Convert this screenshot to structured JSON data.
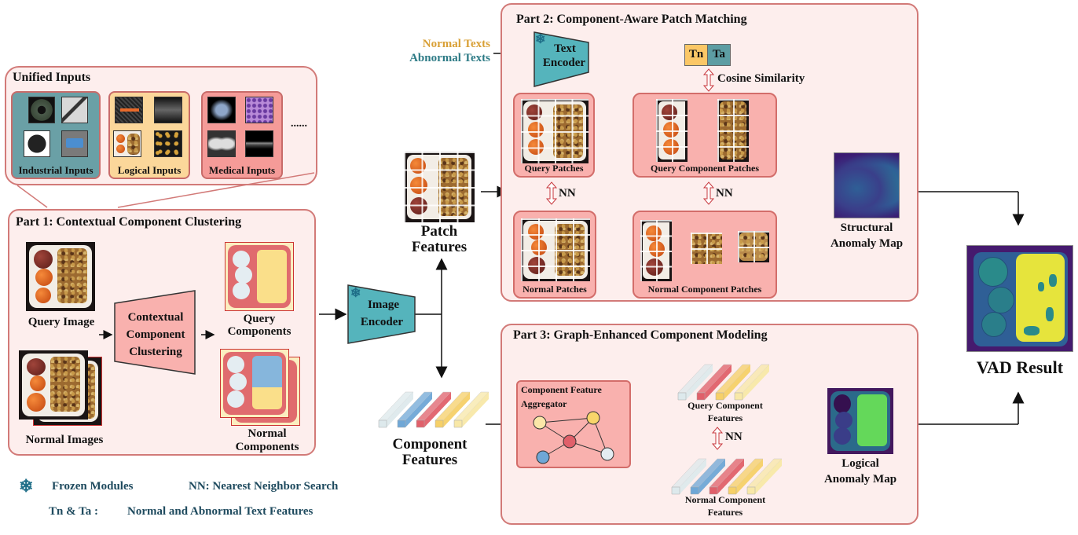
{
  "unified_inputs": {
    "title": "Unified Inputs",
    "groups": [
      {
        "label": "Industrial Inputs",
        "color": "#6aa0a6"
      },
      {
        "label": "Logical Inputs",
        "color": "#fbd79a"
      },
      {
        "label": "Medical Inputs",
        "color": "#f59b98"
      }
    ],
    "ellipsis": "......"
  },
  "part1": {
    "title": "Part 1: Contextual Component Clustering",
    "query_image": "Query Image",
    "normal_images": "Normal Images",
    "clustering_block": [
      "Contextual",
      "Component",
      "Clustering"
    ],
    "query_components": [
      "Query",
      "Components"
    ],
    "normal_components": [
      "Normal",
      "Components"
    ]
  },
  "image_encoder": {
    "line1": "Image",
    "line2": "Encoder",
    "frozen": true
  },
  "text_inputs": {
    "normal": "Normal Texts",
    "abnormal": "Abnormal Texts",
    "normal_color": "#d9a036",
    "abnormal_color": "#2e7b86"
  },
  "patch_features": [
    "Patch",
    "Features"
  ],
  "component_features": [
    "Component",
    "Features"
  ],
  "part2": {
    "title": "Part 2: Component-Aware Patch Matching",
    "text_encoder": {
      "line1": "Text",
      "line2": "Encoder",
      "frozen": true
    },
    "tn": "Tn",
    "ta": "Ta",
    "cosine": "Cosine Similarity",
    "query_patches": "Query Patches",
    "normal_patches": "Normal Patches",
    "query_component_patches": "Query Component Patches",
    "normal_component_patches": "Normal Component Patches",
    "nn1": "NN",
    "nn2": "NN",
    "structural_map": [
      "Structural",
      "Anomaly Map"
    ]
  },
  "part3": {
    "title": "Part 3: Graph-Enhanced Component Modeling",
    "aggregator": [
      "Component Feature",
      "Aggregator"
    ],
    "query_component_features": [
      "Query Component",
      "Features"
    ],
    "normal_component_features": [
      "Normal Component",
      "Features"
    ],
    "nn": "NN",
    "logical_map": [
      "Logical",
      "Anomaly Map"
    ]
  },
  "result": {
    "label": "VAD Result"
  },
  "legend": {
    "frozen": "Frozen Modules",
    "nn": "NN:  Nearest Neighbor Search",
    "tn_ta_key": "Tn & Ta :",
    "tn_ta_value": "Normal and Abnormal Text Features"
  },
  "colors": {
    "panel_bg": "#fdeeed",
    "panel_border": "#d27a78",
    "pink_box": "#f9b1ae",
    "encoder_teal": "#55b4bc",
    "feature_colors": [
      "#dde9ec",
      "#6fa7d6",
      "#e0606a",
      "#f6d068",
      "#f8e8a8"
    ]
  }
}
